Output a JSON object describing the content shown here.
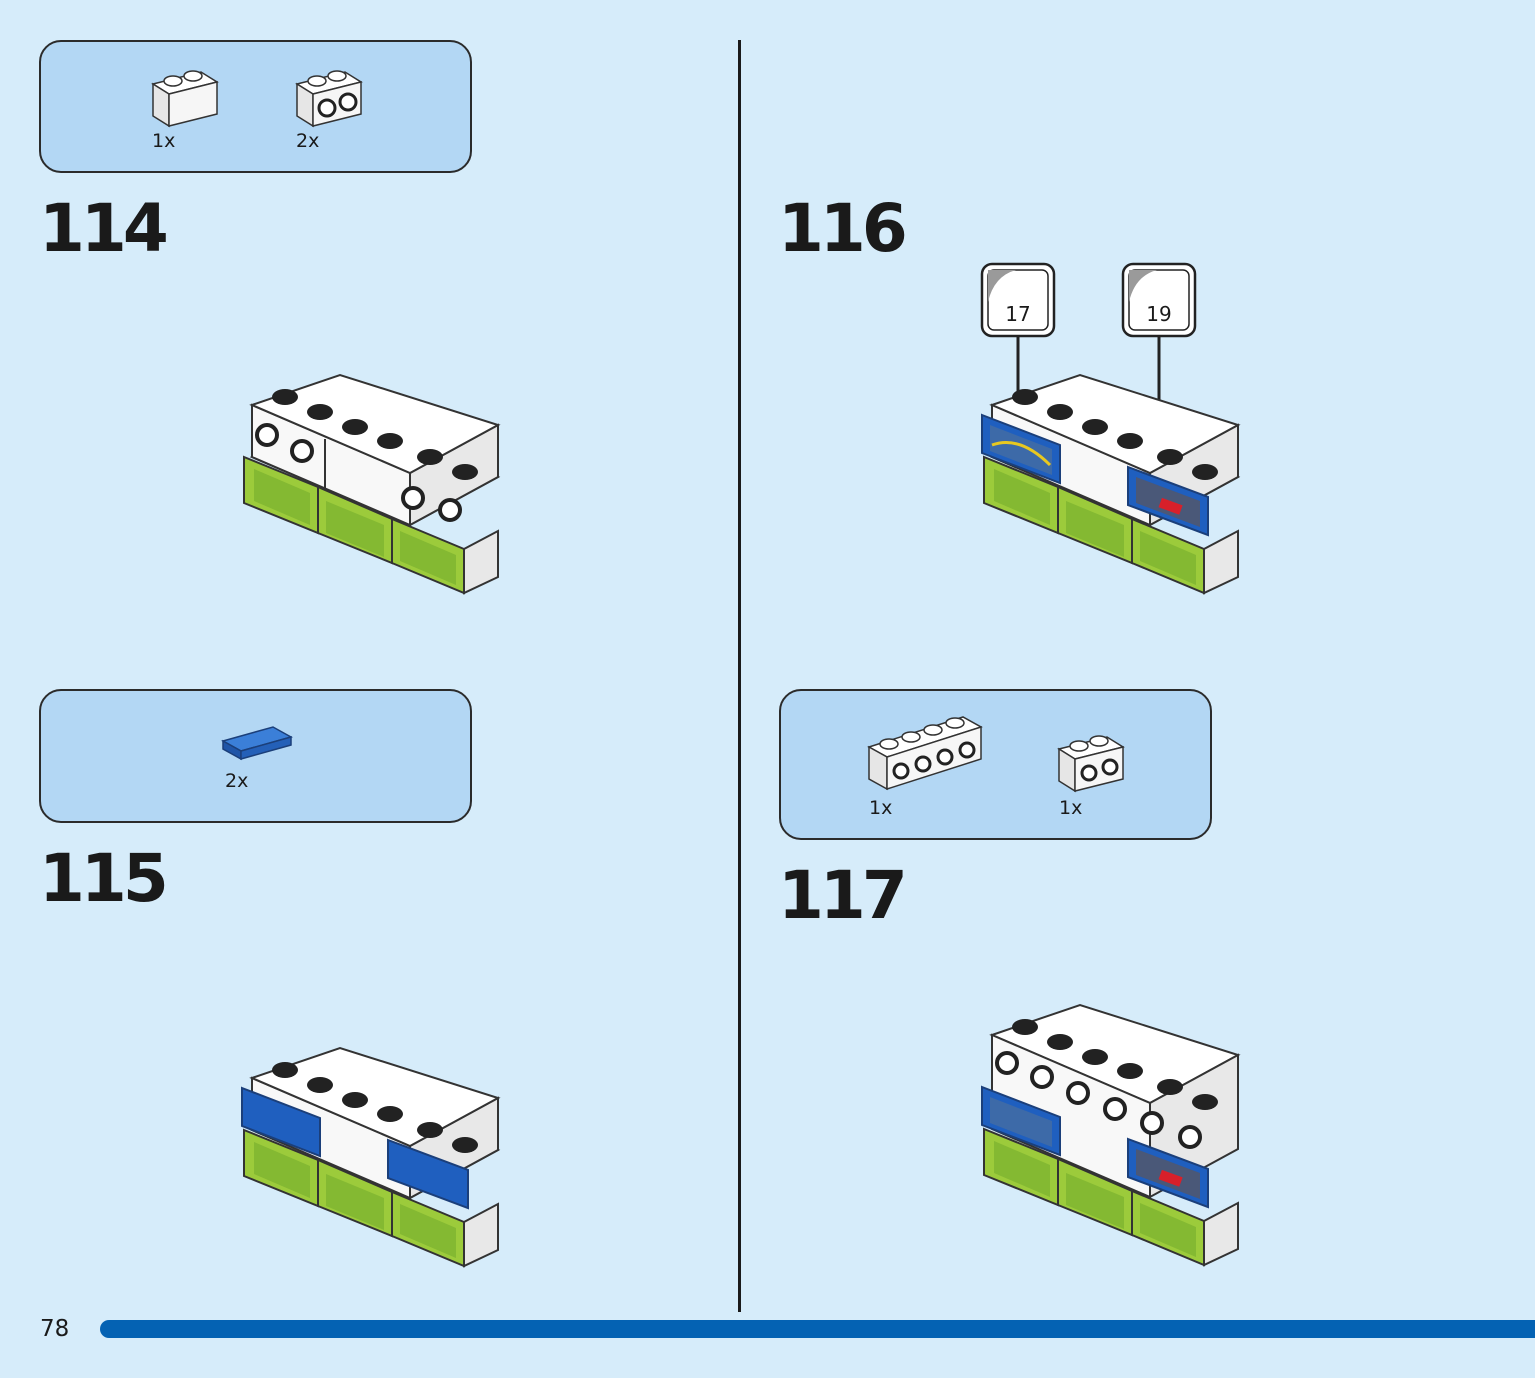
{
  "page_number": "78",
  "steps": [
    {
      "number": "114",
      "parts": [
        {
          "qty": "1x",
          "icon": "brick-1x2-white-icon"
        },
        {
          "qty": "2x",
          "icon": "brick-1x2-side-studs-white-icon"
        }
      ]
    },
    {
      "number": "115",
      "parts": [
        {
          "qty": "2x",
          "icon": "tile-1x2-blue-icon"
        }
      ]
    },
    {
      "number": "116",
      "stickers": [
        "17",
        "19"
      ]
    },
    {
      "number": "117",
      "parts": [
        {
          "qty": "1x",
          "icon": "brick-1x4-side-studs-white-icon"
        },
        {
          "qty": "1x",
          "icon": "brick-1x2-side-studs-white-icon"
        }
      ]
    }
  ],
  "colors": {
    "background": "#d6ecfa",
    "parts_box": "#b3d7f4",
    "progress_bar": "#0462b3",
    "brick_blue": "#1f5fbf",
    "brick_green": "#9ccb3b"
  }
}
